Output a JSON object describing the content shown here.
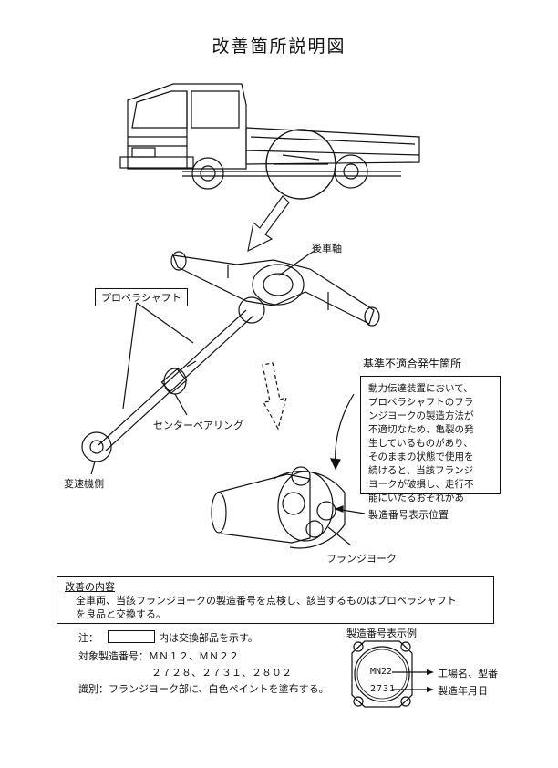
{
  "title": "改善箇所説明図",
  "labels": {
    "rear_axle": "後車軸",
    "propeller_shaft": "プロペラシャフト",
    "center_bearing": "センターベアリング",
    "transmission_side": "変速機側",
    "serial_position": "製造番号表示位置",
    "flange_yoke": "フランジヨーク"
  },
  "callout": {
    "title": "基準不適合発生箇所",
    "lines": [
      "動力伝達装置において、",
      "プロペラシャフトのフラ",
      "ンジヨークの製造方法が",
      "不適切なため、亀裂の発",
      "生しているものがあり、",
      "そのままの状態で使用を",
      "続けると、当該フランジ",
      "ヨークが破損し、走行不",
      "能にいたるおそれがあ"
    ]
  },
  "improvement": {
    "title": "改善の内容",
    "line1": "全車両、当該フランジヨークの製造番号を点検し、該当するものはプロペラシャフト",
    "line2": "を良品と交換する。"
  },
  "notes": {
    "note_label": "注：",
    "note_text": "内は交換部品を示す。",
    "serial_label": "対象製造番号：",
    "serial_line1": "ＭＮ１２、ＭＮ２２",
    "serial_line2": "２７２８、２７３１、２８０２",
    "ident_label": "識別：",
    "ident_text": "フランジヨーク部に、白色ペイントを塗布する。"
  },
  "serial_example": {
    "title": "製造番号表示例",
    "code1": "MN22",
    "code2": "2731",
    "meaning1": "工場名、型番",
    "meaning2": "製造年月日"
  }
}
